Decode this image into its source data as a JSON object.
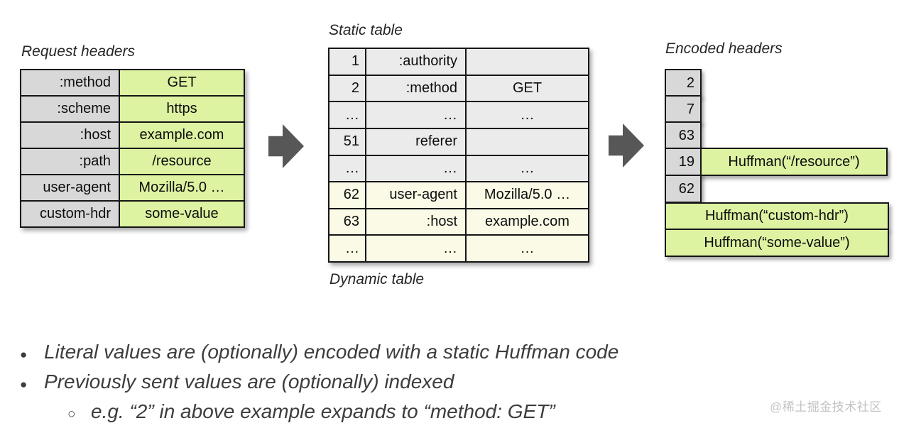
{
  "request_headers": {
    "title": "Request headers",
    "rows": [
      {
        "name": ":method",
        "value": "GET"
      },
      {
        "name": ":scheme",
        "value": "https"
      },
      {
        "name": ":host",
        "value": "example.com"
      },
      {
        "name": ":path",
        "value": "/resource"
      },
      {
        "name": "user-agent",
        "value": "Mozilla/5.0 …"
      },
      {
        "name": "custom-hdr",
        "value": "some-value"
      }
    ]
  },
  "index_table": {
    "static_title": "Static table",
    "dynamic_title": "Dynamic table",
    "rows": [
      {
        "index": "1",
        "name": ":authority",
        "value": "",
        "section": "static"
      },
      {
        "index": "2",
        "name": ":method",
        "value": "GET",
        "section": "static"
      },
      {
        "index": "…",
        "name": "…",
        "value": "…",
        "section": "static"
      },
      {
        "index": "51",
        "name": "referer",
        "value": "",
        "section": "static"
      },
      {
        "index": "…",
        "name": "…",
        "value": "…",
        "section": "static"
      },
      {
        "index": "62",
        "name": "user-agent",
        "value": "Mozilla/5.0 …",
        "section": "dynamic"
      },
      {
        "index": "63",
        "name": ":host",
        "value": "example.com",
        "section": "dynamic"
      },
      {
        "index": "…",
        "name": "…",
        "value": "…",
        "section": "dynamic"
      }
    ]
  },
  "encoded_headers": {
    "title": "Encoded headers",
    "index_boxes": [
      "2",
      "7",
      "63",
      "19",
      "62"
    ],
    "literal_resource": "Huffman(“/resource”)",
    "literal_custom_hdr": "Huffman(“custom-hdr”)",
    "literal_some_value": "Huffman(“some-value”)"
  },
  "notes": {
    "bullet_icon": "●",
    "sub_bullet_icon": "○",
    "bullets": [
      "Literal values are (optionally) encoded with a static Huffman code",
      "Previously sent values are (optionally) indexed"
    ],
    "sub_bullet": "e.g. “2” in above example expands to “method: GET”"
  },
  "watermark": "@稀土掘金技术社区",
  "colors": {
    "literal_green": "#ddf3a1",
    "header_name_gray": "#d8d8d8",
    "static_row_gray": "#ebebeb",
    "dynamic_row_cream": "#fbfae6",
    "arrow_gray": "#575757",
    "border_black": "#161616",
    "notes_text": "#3d3d3d",
    "watermark_gray": "#c4c3c1"
  }
}
